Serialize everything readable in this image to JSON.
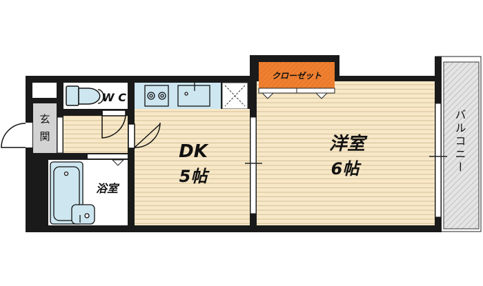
{
  "rooms": {
    "entrance": "玄関",
    "entrance_chars": [
      "玄",
      "関"
    ],
    "wc": "W C",
    "bath": "浴室",
    "dk_name": "DK",
    "dk_size": "5帖",
    "western_name": "洋室",
    "western_size": "6帖",
    "closet": "クローゼット",
    "balcony": "バルコニー",
    "balcony_chars": [
      "バ",
      "ル",
      "コ",
      "ニ",
      "ー"
    ]
  },
  "colors": {
    "wall": "#1a1a1a",
    "floor": "#f7e8c8",
    "floor_stripe": "#d9c49a",
    "fixture": "#cde6f0",
    "closet": "#ec7a2a",
    "entrance": "#d3d3d3",
    "balcony": "#dcdcdc"
  }
}
